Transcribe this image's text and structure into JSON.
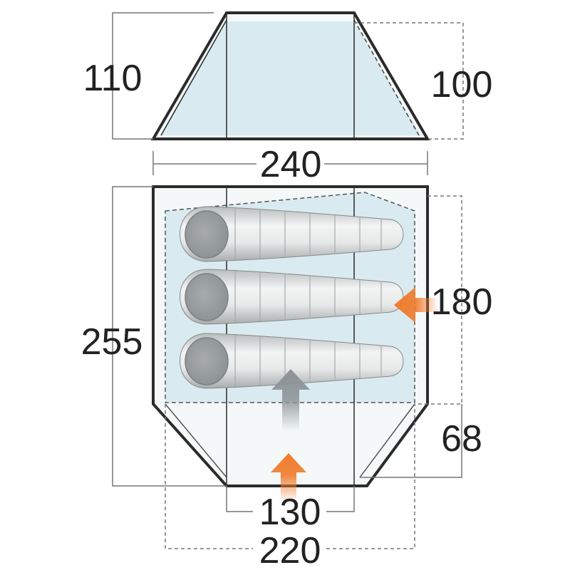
{
  "dimensions": {
    "front_height": "110",
    "rear_height": "100",
    "overall_width": "240",
    "overall_length": "255",
    "inner_length": "180",
    "porch_depth": "68",
    "door_width": "130",
    "inner_width": "220"
  },
  "colors": {
    "outline": "#2b2b2b",
    "dim_line": "#777777",
    "inner_fill": "#d9ebf0",
    "outer_fill": "#f4f8f8",
    "sleeping_bag": "#d4d6d6",
    "hood": "#9ea3a6",
    "arrow_orange": "#f07b2c",
    "arrow_grey": "#8c9296"
  }
}
